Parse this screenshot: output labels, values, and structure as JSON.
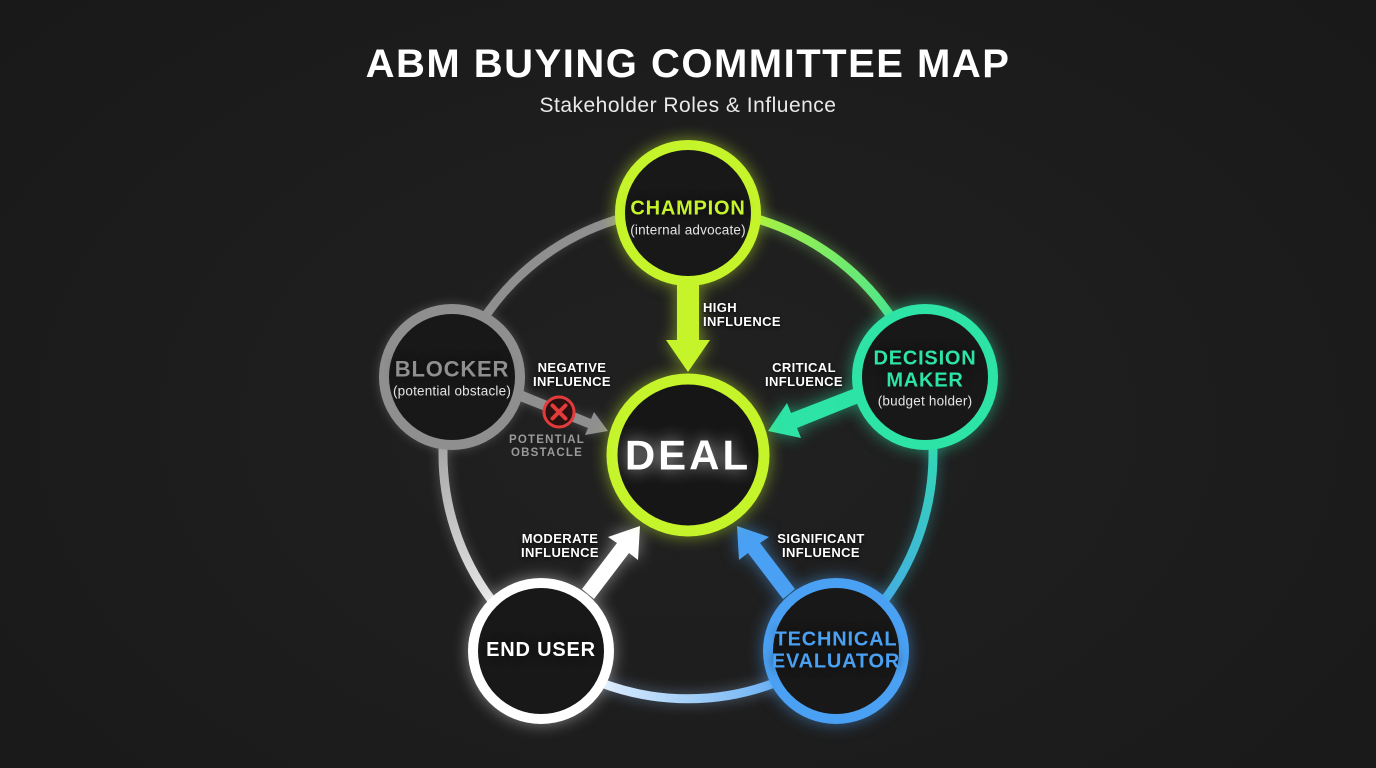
{
  "header": {
    "title": "ABM BUYING COMMITTEE MAP",
    "subtitle": "Stakeholder Roles & Influence"
  },
  "deal": {
    "label": "DEAL",
    "ring_color": "#c6f42a"
  },
  "nodes": [
    {
      "id": "champion",
      "label": "CHAMPION",
      "sublabel": "(internal advocate)",
      "color": "#c6f42a",
      "influence": "HIGH\nINFLUENCE"
    },
    {
      "id": "decision-maker",
      "label": "DECISION\nMAKER",
      "sublabel": "(budget holder)",
      "color": "#2de3a5",
      "influence": "CRITICAL\nINFLUENCE"
    },
    {
      "id": "technical-evaluator",
      "label": "TECHNICAL\nEVALUATOR",
      "sublabel": "",
      "color": "#4aa0f2",
      "influence": "SIGNIFICANT\nINFLUENCE"
    },
    {
      "id": "end-user",
      "label": "END USER",
      "sublabel": "",
      "color": "#ffffff",
      "influence": "MODERATE\nINFLUENCE"
    },
    {
      "id": "blocker",
      "label": "BLOCKER",
      "sublabel": "(potential obstacle)",
      "color": "#8f8f8f",
      "influence": "NEGATIVE\nINFLUENCE",
      "note": "POTENTIAL\nOBSTACLE"
    }
  ],
  "colors": {
    "background": "#1c1c1c",
    "negative_red": "#e23b3b",
    "muted_text": "#9a9a9a",
    "text_primary": "#ffffff"
  }
}
